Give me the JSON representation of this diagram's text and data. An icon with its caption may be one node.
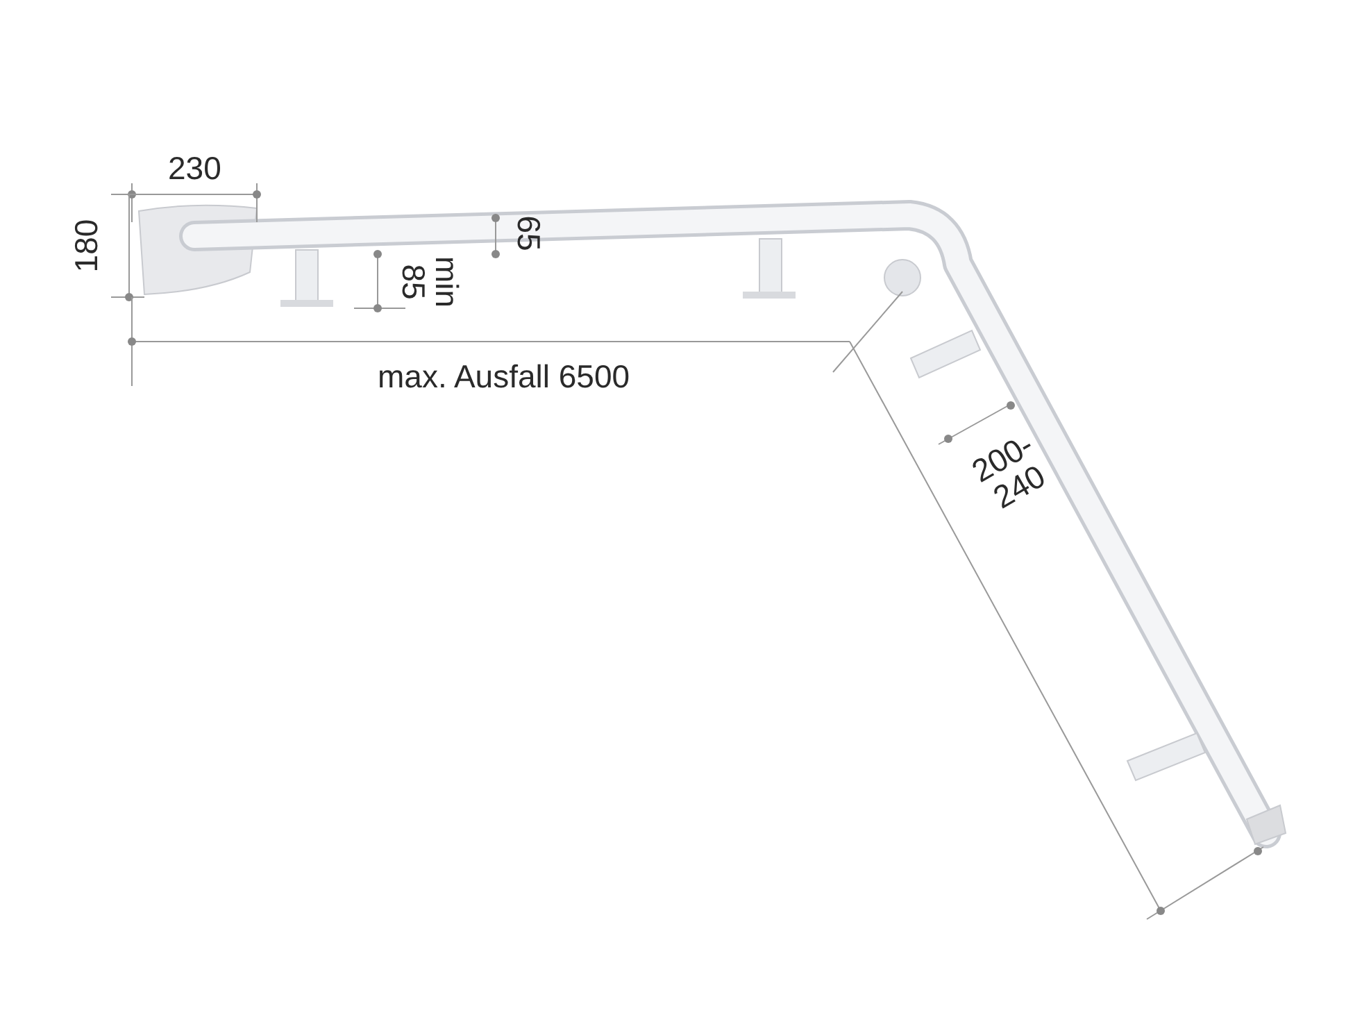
{
  "diagram": {
    "labels": [
      "230",
      "180",
      "65",
      "min 85",
      "max. Ausfall 6500",
      "200- 240"
    ]
  }
}
